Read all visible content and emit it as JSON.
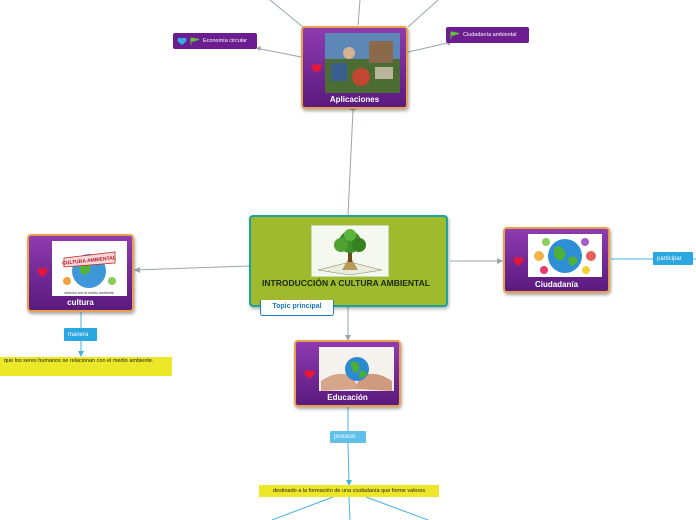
{
  "main": {
    "title": "INTRODUCCIÓN A CULTURA AMBIENTAL",
    "topic_tag": "Topic principal"
  },
  "nodes": {
    "aplicaciones": {
      "label": "Aplicaciones"
    },
    "ciudadania": {
      "label": "Ciudadanía"
    },
    "cultura": {
      "label": "cultura"
    },
    "educacion": {
      "label": "Educación"
    }
  },
  "tags": {
    "economia": "Economía circular",
    "ciudadania_ambiental": "Ciudadanía ambiental",
    "participar": "participar",
    "manera": "manera",
    "proceso": "proceso"
  },
  "notes": {
    "cultura_desc": "que  los seres humanos se relacionan con el medio ambiente.",
    "educacion_desc": "destinado a la formación de una ciudadanía que forme valores"
  },
  "images": {
    "cultura_banner": "CULTURA AMBIENTAL",
    "cultura_caption": "relación con el medio ambiente"
  },
  "colors": {
    "purple": "#6c1d8f",
    "green_main": "#9fba2c",
    "teal_border": "#1aa1a0",
    "orange_border": "#e8a04c",
    "blue_tag": "#2aa6e0",
    "yellow_note": "#ece827",
    "heart": "#e8173a"
  },
  "icons": [
    "heart-icon",
    "flag-icon",
    "blue-heart-icon"
  ]
}
